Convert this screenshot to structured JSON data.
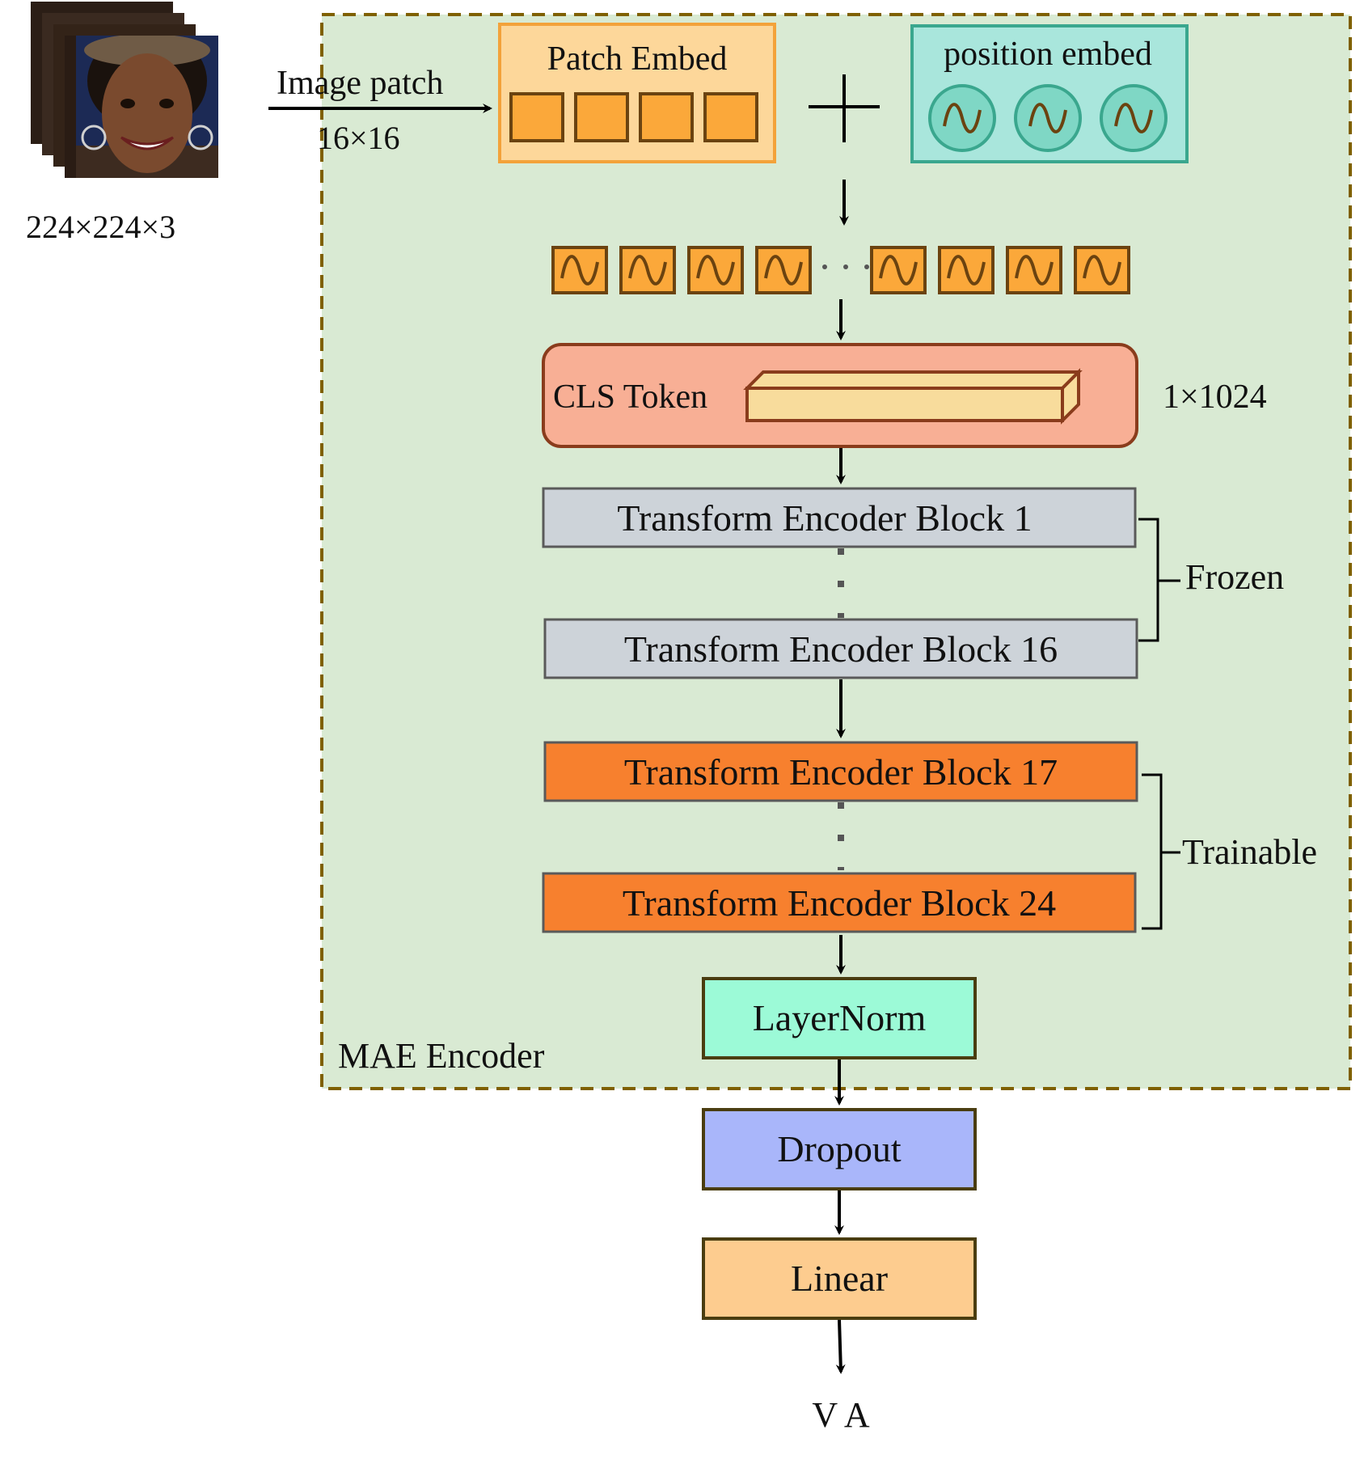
{
  "input": {
    "image_size": "224×224×3",
    "patch_label": "Image patch",
    "patch_size": "16×16"
  },
  "encoder": {
    "title": "MAE Encoder",
    "patch_embed": "Patch Embed",
    "plus_symbol": "+",
    "position_embed": "position embed",
    "cls_token": "CLS Token",
    "cls_dim": "1×1024",
    "blocks": [
      "Transform Encoder Block 1",
      "Transform Encoder Block 16",
      "Transform Encoder Block 17",
      "Transform Encoder Block 24"
    ],
    "frozen_label": "Frozen",
    "trainable_label": "Trainable",
    "layernorm": "LayerNorm"
  },
  "head": {
    "dropout": "Dropout",
    "linear": "Linear",
    "output": "V A"
  },
  "colors": {
    "encoder_bg": "#d9ead3",
    "encoder_border": "#7f6000",
    "patch_embed_bg": "#fdd79a",
    "patch_embed_border": "#f3a23a",
    "patch_cell": "#fba83a",
    "position_bg": "#a9e6dc",
    "position_border": "#3aa78e",
    "cls_bg": "#f8af95",
    "cls_border": "#8a3c1c",
    "cls_bar": "#f8dc9c",
    "frozen_block": "#cdd3d9",
    "trainable_block": "#f7802e",
    "layernorm_bg": "#9cfad7",
    "dropout_bg": "#a9b6fa",
    "linear_bg": "#fdcc8f"
  },
  "icons": [
    "face-image-stack",
    "sine-wave-icon"
  ]
}
